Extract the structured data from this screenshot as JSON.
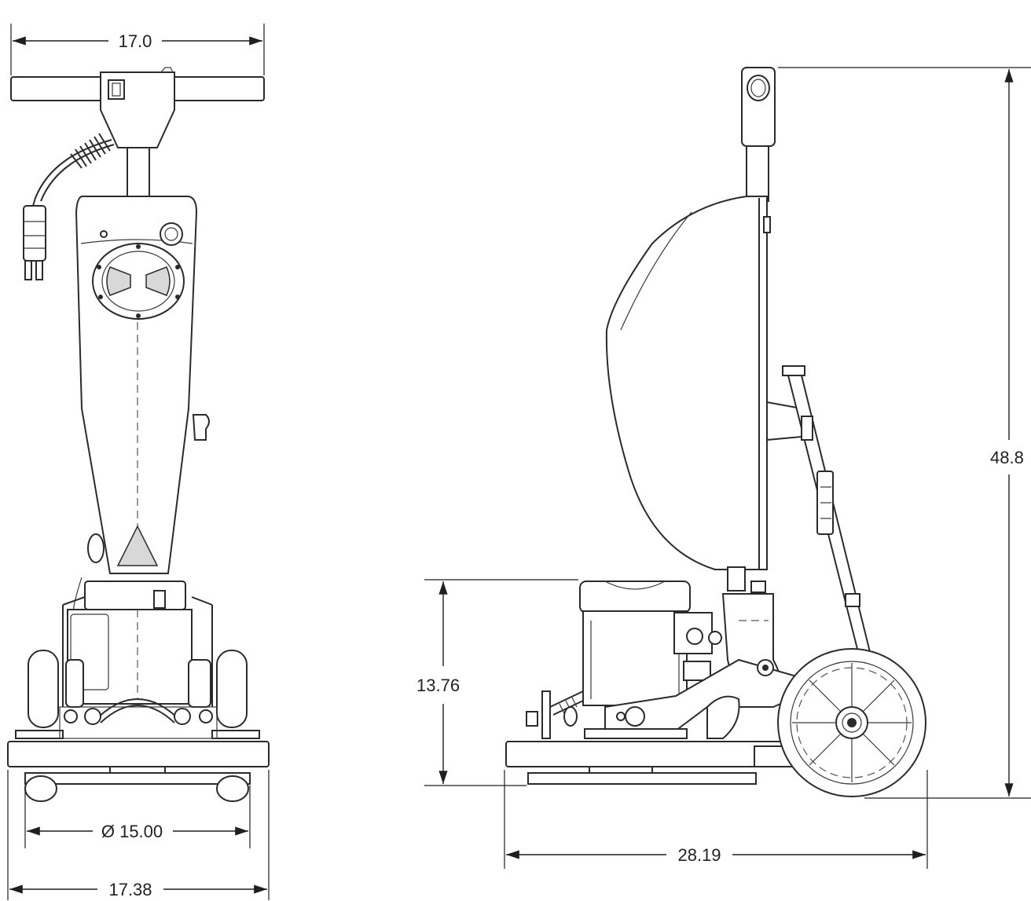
{
  "dimensions": {
    "front_width_handle": "17.0",
    "front_pad_diameter": "Ø 15.00",
    "front_base_width": "17.38",
    "side_height": "48.8",
    "side_motor_height": "13.76",
    "side_length": "28.19"
  },
  "colors": {
    "line": "#2b2b2b",
    "background": "#ffffff"
  }
}
